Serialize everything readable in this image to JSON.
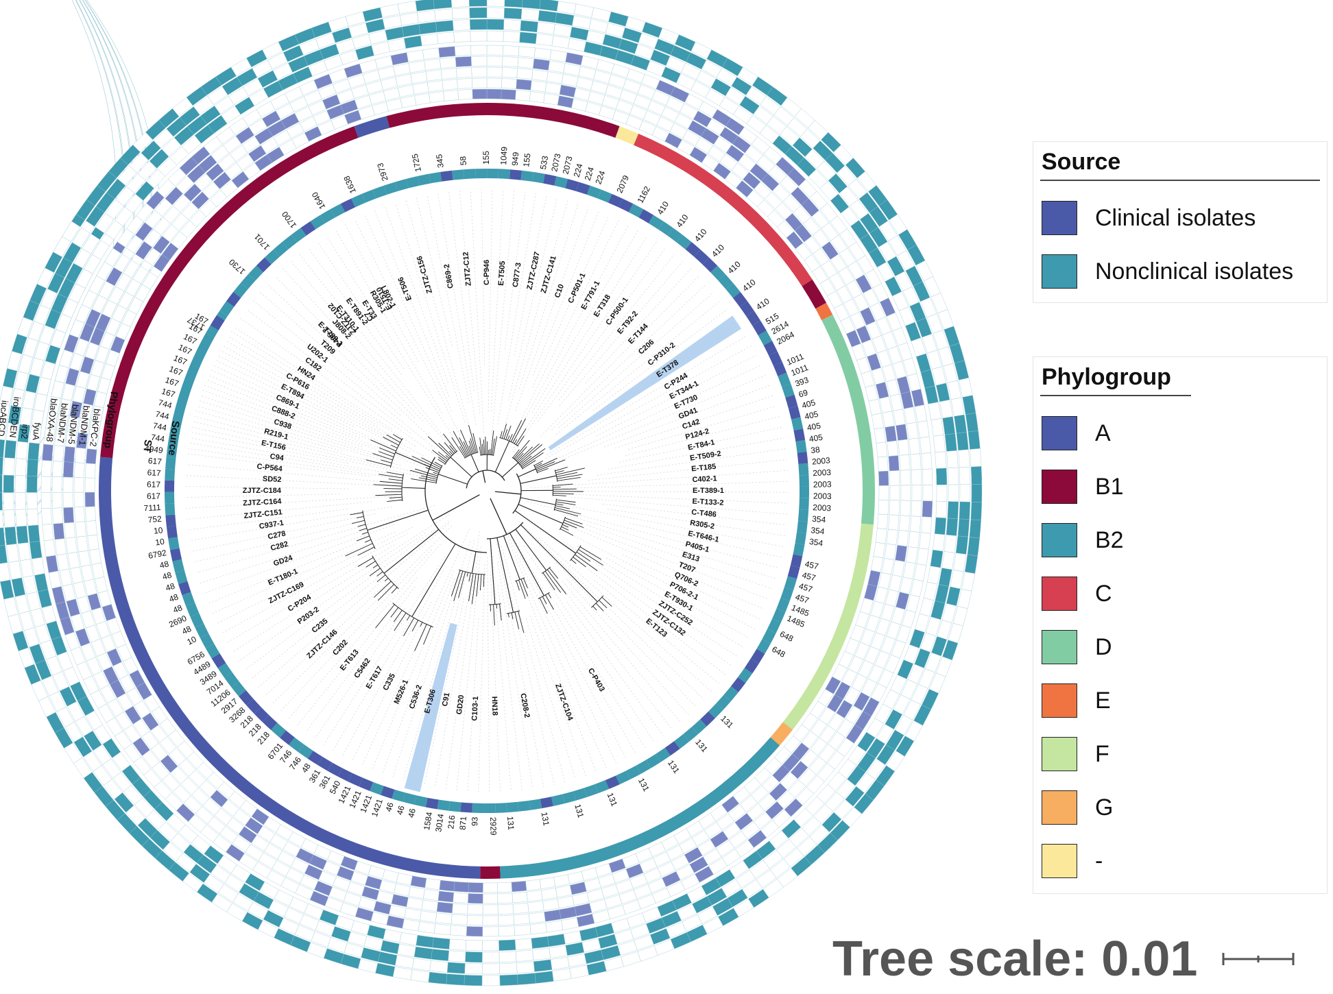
{
  "legends": {
    "source": {
      "title": "Source",
      "items": [
        {
          "label": "Clinical isolates",
          "color": "#4a5aa8"
        },
        {
          "label": "Nonclinical isolates",
          "color": "#3e9aae"
        }
      ]
    },
    "phylogroup": {
      "title": "Phylogroup",
      "items": [
        {
          "label": "A",
          "color": "#4a5aa8"
        },
        {
          "label": "B1",
          "color": "#8b0a3a"
        },
        {
          "label": "B2",
          "color": "#3e9aae"
        },
        {
          "label": "C",
          "color": "#d64050"
        },
        {
          "label": "D",
          "color": "#82cca4"
        },
        {
          "label": "E",
          "color": "#ef7442"
        },
        {
          "label": "F",
          "color": "#c4e6a0"
        },
        {
          "label": "G",
          "color": "#f8ae60"
        },
        {
          "label": "-",
          "color": "#fbe89a"
        }
      ]
    }
  },
  "ring_labels": [
    "Source",
    "Phylogroup",
    "ST",
    "blaKPC-2",
    "blaNDM-1",
    "blaNDM-5",
    "blaNDM-7",
    "blaOXA-48",
    "fyuA",
    "irp2",
    "iroBCDEN",
    "iucABCD"
  ],
  "tree_scale": "Tree scale: 0.01",
  "colors": {
    "heat_fill": "#3e9aae",
    "gene_fill": "#7a86c4",
    "grid_line": "#9bc8d4",
    "highlight": "#9cc4ec",
    "branch": "#222222",
    "guide": "#d0d0d0"
  },
  "phylogroup_arcs": [
    {
      "group": "B1",
      "from": -85,
      "to": -20
    },
    {
      "group": "A",
      "from": -20,
      "to": -15
    },
    {
      "group": "B1",
      "from": -15,
      "to": 20
    },
    {
      "group": "-",
      "from": 20,
      "to": 23
    },
    {
      "group": "C",
      "from": 23,
      "to": 57
    },
    {
      "group": "B1",
      "from": 57,
      "to": 61
    },
    {
      "group": "E",
      "from": 61,
      "to": 63
    },
    {
      "group": "D",
      "from": 63,
      "to": 95
    },
    {
      "group": "F",
      "from": 95,
      "to": 128
    },
    {
      "group": "G",
      "from": 128,
      "to": 131
    },
    {
      "group": "B2",
      "from": 131,
      "to": 178
    },
    {
      "group": "B1",
      "from": 178,
      "to": 181
    },
    {
      "group": "A",
      "from": 181,
      "to": 275
    }
  ],
  "st_labels": [
    {
      "angle": -60,
      "text": "1737"
    },
    {
      "angle": -48,
      "text": "1730"
    },
    {
      "angle": -42,
      "text": "1701"
    },
    {
      "angle": -36,
      "text": "1700"
    },
    {
      "angle": -30,
      "text": "1640"
    },
    {
      "angle": -24,
      "text": "1638"
    },
    {
      "angle": -18,
      "text": "2973"
    },
    {
      "angle": -12,
      "text": "1725"
    },
    {
      "angle": -8,
      "text": "345"
    },
    {
      "angle": -4,
      "text": "58"
    },
    {
      "angle": 0,
      "text": "155"
    },
    {
      "angle": 3,
      "text": "1049"
    },
    {
      "angle": 5,
      "text": "949"
    },
    {
      "angle": 7,
      "text": "155"
    },
    {
      "angle": 10,
      "text": "533"
    },
    {
      "angle": 12,
      "text": "2073"
    },
    {
      "angle": 14,
      "text": "2073"
    },
    {
      "angle": 16,
      "text": "224"
    },
    {
      "angle": 18,
      "text": "224"
    },
    {
      "angle": 20,
      "text": "224"
    },
    {
      "angle": 24,
      "text": "2079"
    },
    {
      "angle": 28,
      "text": "1162"
    },
    {
      "angle": 32,
      "text": "410"
    },
    {
      "angle": 36,
      "text": "410"
    },
    {
      "angle": 40,
      "text": "410"
    },
    {
      "angle": 44,
      "text": "410"
    },
    {
      "angle": 48,
      "text": "410"
    },
    {
      "angle": 52,
      "text": "410"
    },
    {
      "angle": 56,
      "text": "410"
    },
    {
      "angle": 59,
      "text": "515"
    },
    {
      "angle": 61,
      "text": "2614"
    },
    {
      "angle": 63,
      "text": "2064"
    },
    {
      "angle": 67,
      "text": "1011"
    },
    {
      "angle": 69,
      "text": "1011"
    },
    {
      "angle": 71,
      "text": "393"
    },
    {
      "angle": 73,
      "text": "69"
    },
    {
      "angle": 75,
      "text": "405"
    },
    {
      "angle": 77,
      "text": "405"
    },
    {
      "angle": 79,
      "text": "405"
    },
    {
      "angle": 81,
      "text": "405"
    },
    {
      "angle": 83,
      "text": "38"
    },
    {
      "angle": 85,
      "text": "2003"
    },
    {
      "angle": 87,
      "text": "2003"
    },
    {
      "angle": 89,
      "text": "2003"
    },
    {
      "angle": 91,
      "text": "2003"
    },
    {
      "angle": 93,
      "text": "2003"
    },
    {
      "angle": 95,
      "text": "354"
    },
    {
      "angle": 97,
      "text": "354"
    },
    {
      "angle": 99,
      "text": "354"
    },
    {
      "angle": 103,
      "text": "457"
    },
    {
      "angle": 105,
      "text": "457"
    },
    {
      "angle": 107,
      "text": "457"
    },
    {
      "angle": 109,
      "text": "457"
    },
    {
      "angle": 111,
      "text": "1485"
    },
    {
      "angle": 113,
      "text": "1485"
    },
    {
      "angle": 116,
      "text": "648"
    },
    {
      "angle": 119,
      "text": "648"
    },
    {
      "angle": 134,
      "text": "131"
    },
    {
      "angle": 140,
      "text": "131"
    },
    {
      "angle": 146,
      "text": "131"
    },
    {
      "angle": 152,
      "text": "131"
    },
    {
      "angle": 158,
      "text": "131"
    },
    {
      "angle": 164,
      "text": "131"
    },
    {
      "angle": 170,
      "text": "131"
    },
    {
      "angle": 176,
      "text": "131"
    },
    {
      "angle": 179,
      "text": "2929"
    },
    {
      "angle": 182,
      "text": "93"
    },
    {
      "angle": 184,
      "text": "871"
    },
    {
      "angle": 186,
      "text": "216"
    },
    {
      "angle": 188,
      "text": "3014"
    },
    {
      "angle": 190,
      "text": "1584"
    },
    {
      "angle": 193,
      "text": "46"
    },
    {
      "angle": 195,
      "text": "46"
    },
    {
      "angle": 197,
      "text": "46"
    },
    {
      "angle": 199,
      "text": "1421"
    },
    {
      "angle": 201,
      "text": "1421"
    },
    {
      "angle": 203,
      "text": "1421"
    },
    {
      "angle": 205,
      "text": "1421"
    },
    {
      "angle": 207,
      "text": "540"
    },
    {
      "angle": 209,
      "text": "361"
    },
    {
      "angle": 211,
      "text": "361"
    },
    {
      "angle": 213,
      "text": "48"
    },
    {
      "angle": 215,
      "text": "746"
    },
    {
      "angle": 217,
      "text": "746"
    },
    {
      "angle": 219,
      "text": "6701"
    },
    {
      "angle": 222,
      "text": "218"
    },
    {
      "angle": 224,
      "text": "218"
    },
    {
      "angle": 226,
      "text": "218"
    },
    {
      "angle": 228,
      "text": "3268"
    },
    {
      "angle": 230,
      "text": "2917"
    },
    {
      "angle": 232,
      "text": "11206"
    },
    {
      "angle": 234,
      "text": "7014"
    },
    {
      "angle": 236,
      "text": "3489"
    },
    {
      "angle": 238,
      "text": "4489"
    },
    {
      "angle": 240,
      "text": "6756"
    },
    {
      "angle": 243,
      "text": "10"
    },
    {
      "angle": 245,
      "text": "48"
    },
    {
      "angle": 247,
      "text": "2690"
    },
    {
      "angle": 249,
      "text": "48"
    },
    {
      "angle": 251,
      "text": "48"
    },
    {
      "angle": 253,
      "text": "48"
    },
    {
      "angle": 255,
      "text": "48"
    },
    {
      "angle": 257,
      "text": "48"
    },
    {
      "angle": 259,
      "text": "6792"
    },
    {
      "angle": 261,
      "text": "10"
    },
    {
      "angle": 263,
      "text": "10"
    },
    {
      "angle": 265,
      "text": "752"
    },
    {
      "angle": 267,
      "text": "7111"
    },
    {
      "angle": 269,
      "text": "617"
    },
    {
      "angle": 271,
      "text": "617"
    },
    {
      "angle": 273,
      "text": "617"
    },
    {
      "angle": 275,
      "text": "617"
    },
    {
      "angle": 277,
      "text": "4949"
    },
    {
      "angle": 279,
      "text": "744"
    },
    {
      "angle": 281,
      "text": "744"
    },
    {
      "angle": 283,
      "text": "744"
    },
    {
      "angle": 285,
      "text": "744"
    },
    {
      "angle": 287,
      "text": "167"
    },
    {
      "angle": 289,
      "text": "167"
    },
    {
      "angle": 291,
      "text": "167"
    },
    {
      "angle": 293,
      "text": "167"
    },
    {
      "angle": 295,
      "text": "167"
    },
    {
      "angle": 297,
      "text": "167"
    },
    {
      "angle": 299,
      "text": "167"
    },
    {
      "angle": 301,
      "text": "167"
    }
  ],
  "isolate_labels": [
    {
      "angle": -45,
      "text": "P405-2"
    },
    {
      "angle": -40,
      "text": "ZJTZ-C102"
    },
    {
      "angle": -34,
      "text": "C7"
    },
    {
      "angle": -28,
      "text": "E-T510"
    },
    {
      "angle": -22,
      "text": "E-T506"
    },
    {
      "angle": -16,
      "text": "ZJTZ-C156"
    },
    {
      "angle": -10,
      "text": "C869-2"
    },
    {
      "angle": -5,
      "text": "ZJTZ-C12"
    },
    {
      "angle": 0,
      "text": "C-P946"
    },
    {
      "angle": 4,
      "text": "E-T505"
    },
    {
      "angle": 8,
      "text": "C877-3"
    },
    {
      "angle": 12,
      "text": "ZJTZ-C287"
    },
    {
      "angle": 16,
      "text": "ZJTZ-C141"
    },
    {
      "angle": 20,
      "text": "C10"
    },
    {
      "angle": 24,
      "text": "C-P501-1"
    },
    {
      "angle": 28,
      "text": "E-T791-1"
    },
    {
      "angle": 32,
      "text": "E-T318"
    },
    {
      "angle": 36,
      "text": "C-P500-1"
    },
    {
      "angle": 40,
      "text": "E-T92-2"
    },
    {
      "angle": 44,
      "text": "E-T144"
    },
    {
      "angle": 48,
      "text": "C206"
    },
    {
      "angle": 52,
      "text": "C-P310-2"
    },
    {
      "angle": 56,
      "text": "E-T378"
    },
    {
      "angle": 60,
      "text": "C-P244"
    },
    {
      "angle": 63,
      "text": "E-T344-1"
    },
    {
      "angle": 66,
      "text": "E-T730"
    },
    {
      "angle": 69,
      "text": "GD41"
    },
    {
      "angle": 72,
      "text": "C142"
    },
    {
      "angle": 75,
      "text": "P124-2"
    },
    {
      "angle": 78,
      "text": "E-T84-1"
    },
    {
      "angle": 81,
      "text": "E-T509-2"
    },
    {
      "angle": 84,
      "text": "E-T185"
    },
    {
      "angle": 87,
      "text": "C402-1"
    },
    {
      "angle": 90,
      "text": "E-T389-1"
    },
    {
      "angle": 93,
      "text": "E-T133-2"
    },
    {
      "angle": 96,
      "text": "C-T486"
    },
    {
      "angle": 99,
      "text": "R305-2"
    },
    {
      "angle": 102,
      "text": "E-T646-1"
    },
    {
      "angle": 105,
      "text": "P405-1"
    },
    {
      "angle": 108,
      "text": "E313"
    },
    {
      "angle": 111,
      "text": "T207"
    },
    {
      "angle": 114,
      "text": "Q706-2"
    },
    {
      "angle": 117,
      "text": "P706-2-1"
    },
    {
      "angle": 120,
      "text": "E-T930-1"
    },
    {
      "angle": 123,
      "text": "ZJTZ-C252"
    },
    {
      "angle": 126,
      "text": "ZJTZ-C132"
    },
    {
      "angle": 129,
      "text": "E-T123"
    },
    {
      "angle": 150,
      "text": "C-P403"
    },
    {
      "angle": 160,
      "text": "ZJTZ-C104"
    },
    {
      "angle": 170,
      "text": "C208-2"
    },
    {
      "angle": 178,
      "text": "HN18"
    },
    {
      "angle": 183,
      "text": "C103-1"
    },
    {
      "angle": 187,
      "text": "GD20"
    },
    {
      "angle": 191,
      "text": "C91"
    },
    {
      "angle": 195,
      "text": "E-T306"
    },
    {
      "angle": 199,
      "text": "C536-2"
    },
    {
      "angle": 203,
      "text": "M526-1"
    },
    {
      "angle": 207,
      "text": "C335"
    },
    {
      "angle": 211,
      "text": "E-T617"
    },
    {
      "angle": 215,
      "text": "C5462"
    },
    {
      "angle": 219,
      "text": "E-T613"
    },
    {
      "angle": 223,
      "text": "C202"
    },
    {
      "angle": 227,
      "text": "ZJTZ-C146"
    },
    {
      "angle": 231,
      "text": "C235"
    },
    {
      "angle": 235,
      "text": "P203-2"
    },
    {
      "angle": 239,
      "text": "C-P204"
    },
    {
      "angle": 243,
      "text": "ZJTZ-C169"
    },
    {
      "angle": 247,
      "text": "E-T180-1"
    },
    {
      "angle": 251,
      "text": "GD24"
    },
    {
      "angle": 255,
      "text": "C282"
    },
    {
      "angle": 258,
      "text": "C278"
    },
    {
      "angle": 261,
      "text": "C937-1"
    },
    {
      "angle": 264,
      "text": "ZJTZ-C151"
    },
    {
      "angle": 267,
      "text": "ZJTZ-C164"
    },
    {
      "angle": 270,
      "text": "ZJTZ-C184"
    },
    {
      "angle": 273,
      "text": "SD52"
    },
    {
      "angle": 276,
      "text": "C-P564"
    },
    {
      "angle": 279,
      "text": "C94"
    },
    {
      "angle": 282,
      "text": "E-T156"
    },
    {
      "angle": 285,
      "text": "R219-1"
    },
    {
      "angle": 288,
      "text": "C938"
    },
    {
      "angle": 291,
      "text": "C888-2"
    },
    {
      "angle": 294,
      "text": "C869-1"
    },
    {
      "angle": 297,
      "text": "E-T894"
    },
    {
      "angle": 300,
      "text": "C-P616"
    },
    {
      "angle": 303,
      "text": "HN24"
    },
    {
      "angle": 306,
      "text": "C182"
    },
    {
      "angle": 309,
      "text": "U202-1"
    },
    {
      "angle": 312,
      "text": "T209"
    },
    {
      "angle": 315,
      "text": "E-T789-1"
    },
    {
      "angle": 318,
      "text": "J808-2"
    },
    {
      "angle": 321,
      "text": "E-T310-1"
    },
    {
      "angle": 324,
      "text": "E-T891-2"
    },
    {
      "angle": 327,
      "text": "E-T33"
    },
    {
      "angle": 330,
      "text": "R305-1"
    },
    {
      "angle": 333,
      "text": "L802-1"
    }
  ]
}
